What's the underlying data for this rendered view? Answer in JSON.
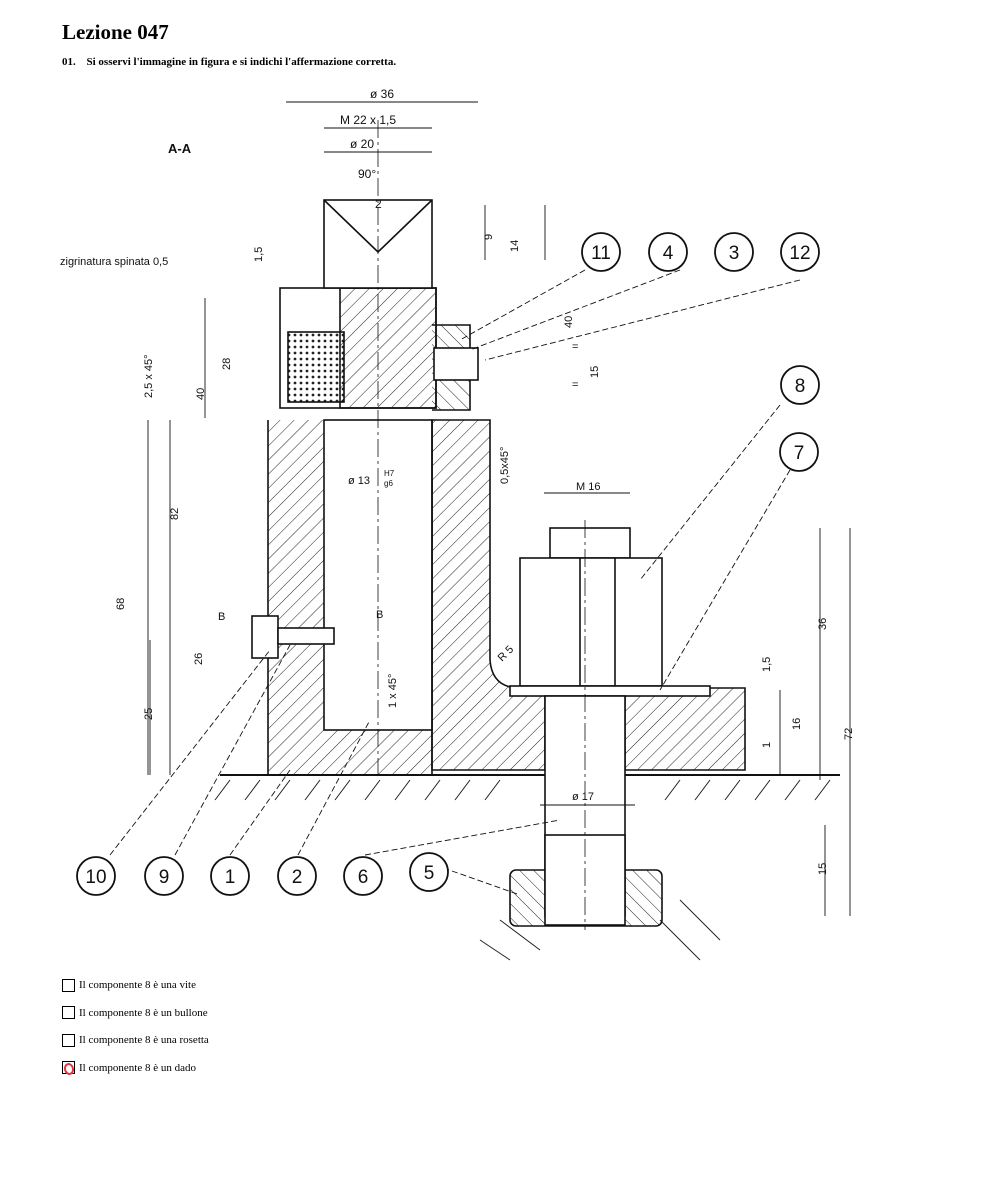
{
  "lesson": {
    "title": "Lezione 047"
  },
  "question": {
    "number": "01.",
    "text": "Si osservi l'immagine in figura e si indichi l'affermazione corretta."
  },
  "drawing": {
    "section_label": "A-A",
    "knurl_label": "zigrinatura spinata 0,5",
    "dims": {
      "d36": "ø 36",
      "m22": "M 22 x 1,5",
      "d20": "ø 20",
      "a90": "90°",
      "two": "2",
      "nine": "9",
      "fourteen": "14",
      "fifteen_a": "1,5",
      "forty_r": "40",
      "fifteen_r": "15",
      "eq1": "=",
      "eq2": "=",
      "c25": "2,5 x 45°",
      "twentyeight": "28",
      "forty_l": "40",
      "eightytwo": "82",
      "sixtyeight": "68",
      "twentysix": "26",
      "twentyfive": "25",
      "b1": "B",
      "b2": "B",
      "d13": "ø 13",
      "h7": "H7",
      "g6": "g6",
      "c05": "0,5x45°",
      "c1": "1 x 45°",
      "r5": "R 5",
      "m16": "M 16",
      "thirtysix": "36",
      "fifteen_b": "1,5",
      "sixteen": "16",
      "one": "1",
      "seventytwo": "72",
      "d17": "ø 17",
      "fifteen_c": "15"
    },
    "callouts": [
      "11",
      "4",
      "3",
      "12",
      "8",
      "7",
      "10",
      "9",
      "1",
      "2",
      "6",
      "5"
    ]
  },
  "options": [
    {
      "label": "Il componente 8 è una vite",
      "checked": false
    },
    {
      "label": "Il componente 8 è un bullone",
      "checked": false
    },
    {
      "label": "Il componente 8 è una rosetta",
      "checked": false
    },
    {
      "label": "Il componente 8 è un dado",
      "checked": true
    }
  ]
}
